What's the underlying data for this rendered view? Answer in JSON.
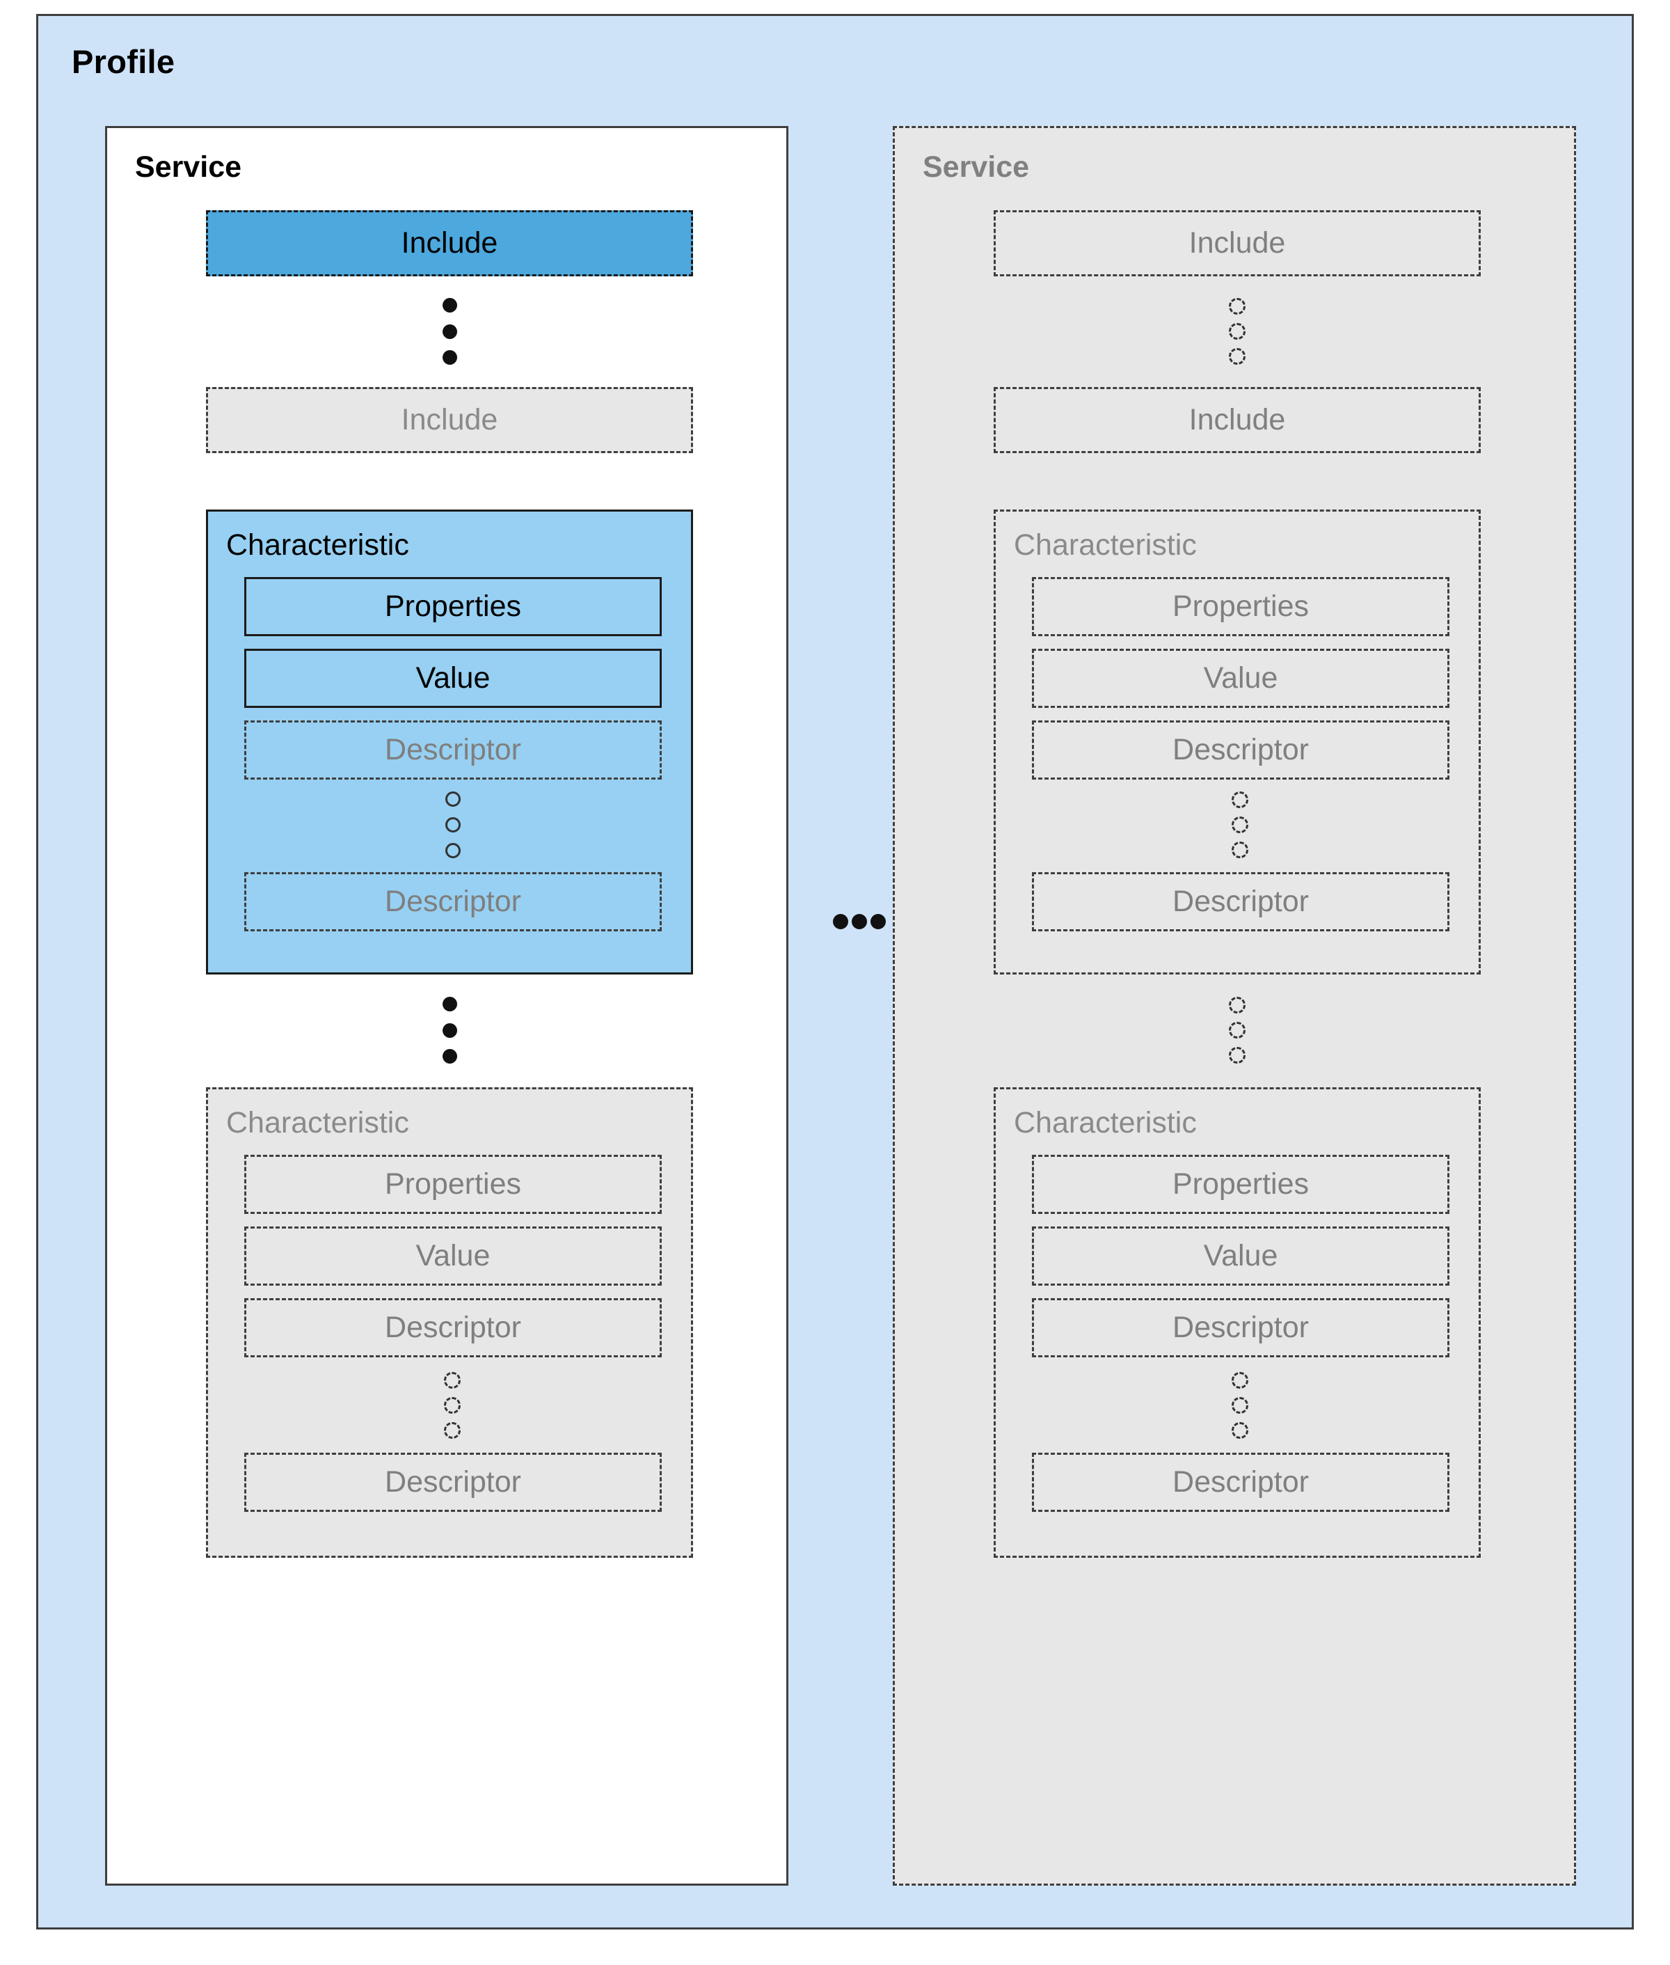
{
  "diagram": {
    "title": "Profile",
    "colors": {
      "profile_background": "#CFE3F8",
      "highlight_include": "#4DA8DD",
      "highlight_characteristic": "#97D0F2",
      "ghost_fill": "#E7E7E7",
      "ghost_text": "#8A8A8A",
      "border": "#1B1B1B"
    },
    "services": [
      {
        "label": "Service",
        "state": "active",
        "includes": [
          {
            "label": "Include",
            "state": "highlighted"
          },
          {
            "label": "Include",
            "state": "ghost"
          }
        ],
        "include_ellipsis": "vertical-filled-dots",
        "characteristics": [
          {
            "label": "Characteristic",
            "state": "highlighted",
            "rows": [
              {
                "label": "Properties",
                "state": "solid"
              },
              {
                "label": "Value",
                "state": "solid"
              },
              {
                "label": "Descriptor",
                "state": "ghost"
              },
              {
                "label": "Descriptor",
                "state": "ghost"
              }
            ],
            "descriptor_ellipsis": "vertical-hollow-circles"
          },
          {
            "label": "Characteristic",
            "state": "ghost",
            "rows": [
              {
                "label": "Properties",
                "state": "ghost"
              },
              {
                "label": "Value",
                "state": "ghost"
              },
              {
                "label": "Descriptor",
                "state": "ghost"
              },
              {
                "label": "Descriptor",
                "state": "ghost"
              }
            ],
            "descriptor_ellipsis": "vertical-dashed-circles"
          }
        ],
        "characteristic_ellipsis": "vertical-filled-dots"
      },
      {
        "label": "Service",
        "state": "ghost",
        "includes": [
          {
            "label": "Include",
            "state": "ghost"
          },
          {
            "label": "Include",
            "state": "ghost"
          }
        ],
        "include_ellipsis": "vertical-dashed-circles",
        "characteristics": [
          {
            "label": "Characteristic",
            "state": "ghost",
            "rows": [
              {
                "label": "Properties",
                "state": "ghost"
              },
              {
                "label": "Value",
                "state": "ghost"
              },
              {
                "label": "Descriptor",
                "state": "ghost"
              },
              {
                "label": "Descriptor",
                "state": "ghost"
              }
            ],
            "descriptor_ellipsis": "vertical-dashed-circles"
          },
          {
            "label": "Characteristic",
            "state": "ghost",
            "rows": [
              {
                "label": "Properties",
                "state": "ghost"
              },
              {
                "label": "Value",
                "state": "ghost"
              },
              {
                "label": "Descriptor",
                "state": "ghost"
              },
              {
                "label": "Descriptor",
                "state": "ghost"
              }
            ],
            "descriptor_ellipsis": "vertical-dashed-circles"
          }
        ],
        "characteristic_ellipsis": "vertical-dashed-circles"
      }
    ],
    "between_services_ellipsis": "horizontal-filled-dots"
  }
}
